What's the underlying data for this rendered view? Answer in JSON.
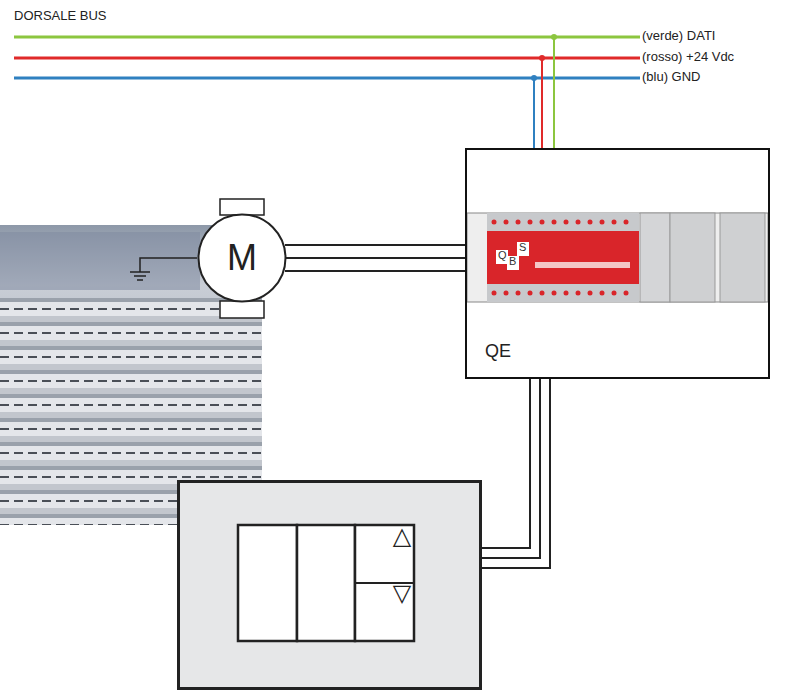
{
  "diagram": {
    "title": "DORSALE BUS",
    "nodes": [
      {
        "text": [
          "QE"
        ]
      },
      {
        "text": [
          "M"
        ]
      },
      {
        "text": [
          "△",
          "▽"
        ]
      }
    ],
    "edges": [
      {
        "from": 1,
        "to": 0,
        "arrow": "none"
      },
      {
        "from": 2,
        "to": 0,
        "arrow": "none"
      }
    ],
    "labels": [
      "(verde) DATI",
      "(rosso) +24 Vdc",
      "(blu) GND",
      "Q",
      "B",
      "S"
    ]
  }
}
